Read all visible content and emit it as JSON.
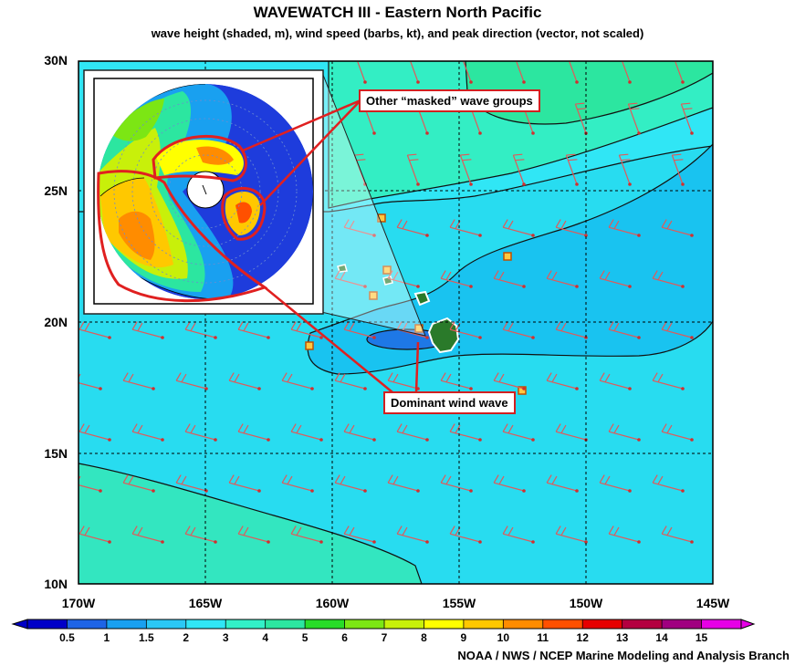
{
  "header": {
    "title": "WAVEWATCH III - Eastern North Pacific",
    "subtitle": "wave height (shaded, m), wind speed (barbs, kt), and peak direction (vector, not scaled)"
  },
  "axes": {
    "latitude_labels": [
      "30N",
      "25N",
      "20N",
      "15N",
      "10N"
    ],
    "longitude_labels": [
      "170W",
      "165W",
      "160W",
      "155W",
      "150W",
      "145W"
    ]
  },
  "colorbar": {
    "labels": [
      "0.5",
      "1",
      "1.5",
      "2",
      "3",
      "4",
      "5",
      "6",
      "7",
      "8",
      "9",
      "10",
      "11",
      "12",
      "13",
      "14",
      "15"
    ],
    "colors": [
      "#0000c8",
      "#1e64e6",
      "#19a0f0",
      "#2bc8f5",
      "#30e6f5",
      "#33f0c8",
      "#2ce6a0",
      "#28dc28",
      "#7ce614",
      "#c8f00a",
      "#ffff00",
      "#ffc800",
      "#ff8c00",
      "#ff5000",
      "#e60000",
      "#b40040",
      "#a00080",
      "#e600e6"
    ]
  },
  "annotations": {
    "masked": "Other “masked” wave groups",
    "dominant": "Dominant wind wave"
  },
  "footer": {
    "credit": "NOAA / NWS / NCEP Marine Modeling and Analysis Branch"
  }
}
